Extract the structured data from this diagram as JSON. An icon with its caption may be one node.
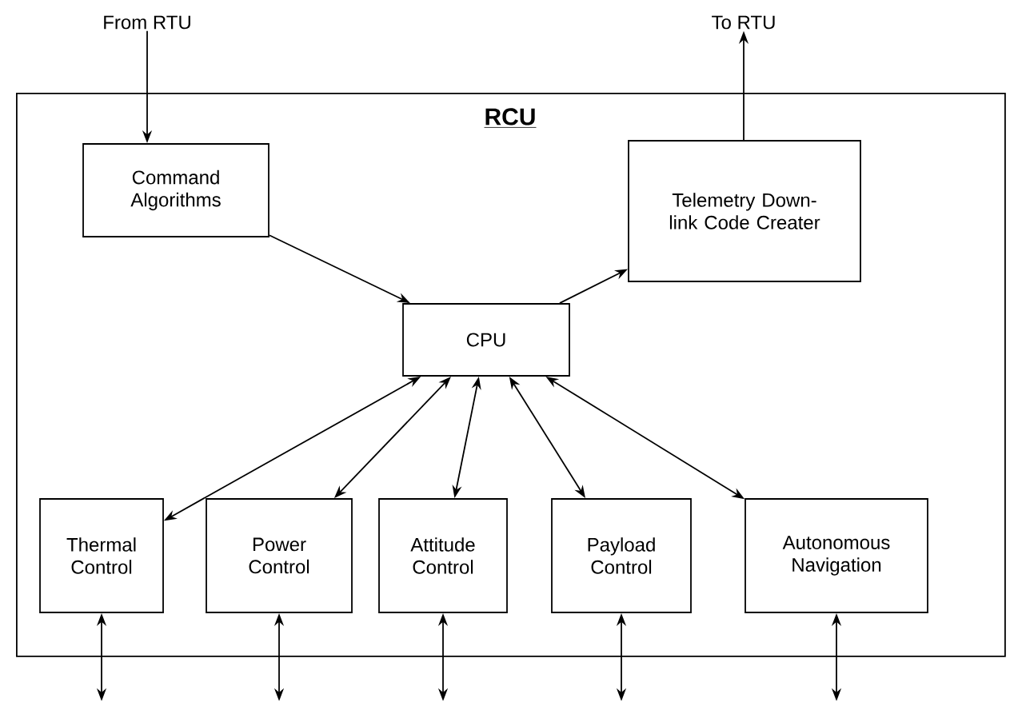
{
  "diagram": {
    "nodes": [
      {
        "text": [
          "RCU"
        ]
      },
      {
        "text": [
          "Command Algorithms"
        ],
        "in": 0
      },
      {
        "text": [
          "Telemetry Down-link Code Creater"
        ],
        "in": 0
      },
      {
        "text": [
          "CPU"
        ],
        "in": 0
      },
      {
        "text": [
          "Thermal Control"
        ],
        "in": 0
      },
      {
        "text": [
          "Power Control"
        ],
        "in": 0
      },
      {
        "text": [
          "Attitude Control"
        ],
        "in": 0
      },
      {
        "text": [
          "Payload Control"
        ],
        "in": 0
      },
      {
        "text": [
          "Autonomous Navigation"
        ],
        "in": 0
      },
      {
        "text": [
          "From RTU"
        ]
      },
      {
        "text": [
          "To RTU"
        ]
      }
    ],
    "edges": [
      {
        "from": 9,
        "to": 1,
        "arrow": "to"
      },
      {
        "from": 1,
        "to": 3,
        "arrow": "to"
      },
      {
        "from": 3,
        "to": 2,
        "arrow": "to"
      },
      {
        "from": 2,
        "to": 10,
        "arrow": "to"
      },
      {
        "from": 3,
        "to": 4,
        "arrow": "both"
      },
      {
        "from": 3,
        "to": 5,
        "arrow": "both"
      },
      {
        "from": 3,
        "to": 6,
        "arrow": "both"
      },
      {
        "from": 3,
        "to": 7,
        "arrow": "both"
      },
      {
        "from": 3,
        "to": 8,
        "arrow": "both"
      },
      {
        "from": 4,
        "to": null,
        "arrow": "both"
      },
      {
        "from": 5,
        "to": null,
        "arrow": "both"
      },
      {
        "from": 6,
        "to": null,
        "arrow": "both"
      },
      {
        "from": 7,
        "to": null,
        "arrow": "both"
      },
      {
        "from": 8,
        "to": null,
        "arrow": "both"
      }
    ]
  }
}
